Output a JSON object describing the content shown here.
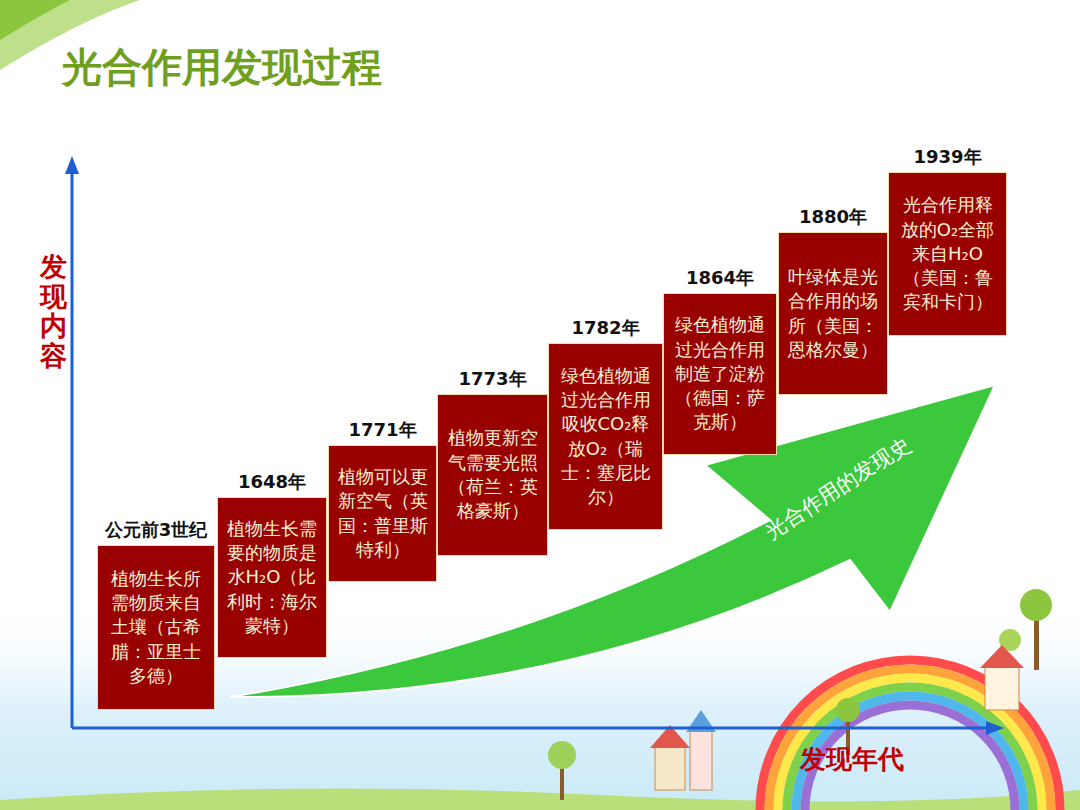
{
  "diagram": {
    "title": "光合作用发现过程",
    "nodes": [
      {
        "text": [
          "公元前3世纪",
          "植物生长所需物质来自土壤（古希腊：亚里士多德）"
        ]
      },
      {
        "text": [
          "1648年",
          "植物生长需要的物质是水H₂O（比利时：海尔蒙特）"
        ]
      },
      {
        "text": [
          "1771年",
          "植物可以更新空气（英国：普里斯特利）"
        ]
      },
      {
        "text": [
          "1773年",
          "植物更新空气需要光照（荷兰：英格豪斯）"
        ]
      },
      {
        "text": [
          "1782年",
          "绿色植物通过光合作用吸收CO₂释放O₂（瑞士：塞尼比尔）"
        ]
      },
      {
        "text": [
          "1864年",
          "绿色植物通过光合作用制造了淀粉（德国：萨克斯）"
        ]
      },
      {
        "text": [
          "1880年",
          "叶绿体是光合作用的场所（美国：恩格尔曼）"
        ]
      },
      {
        "text": [
          "1939年",
          "光合作用释放的O₂全部来自H₂O（美国：鲁宾和卡门）"
        ]
      }
    ],
    "labels": [
      "发现内容",
      "发现年代",
      "光合作用的发现史"
    ]
  }
}
